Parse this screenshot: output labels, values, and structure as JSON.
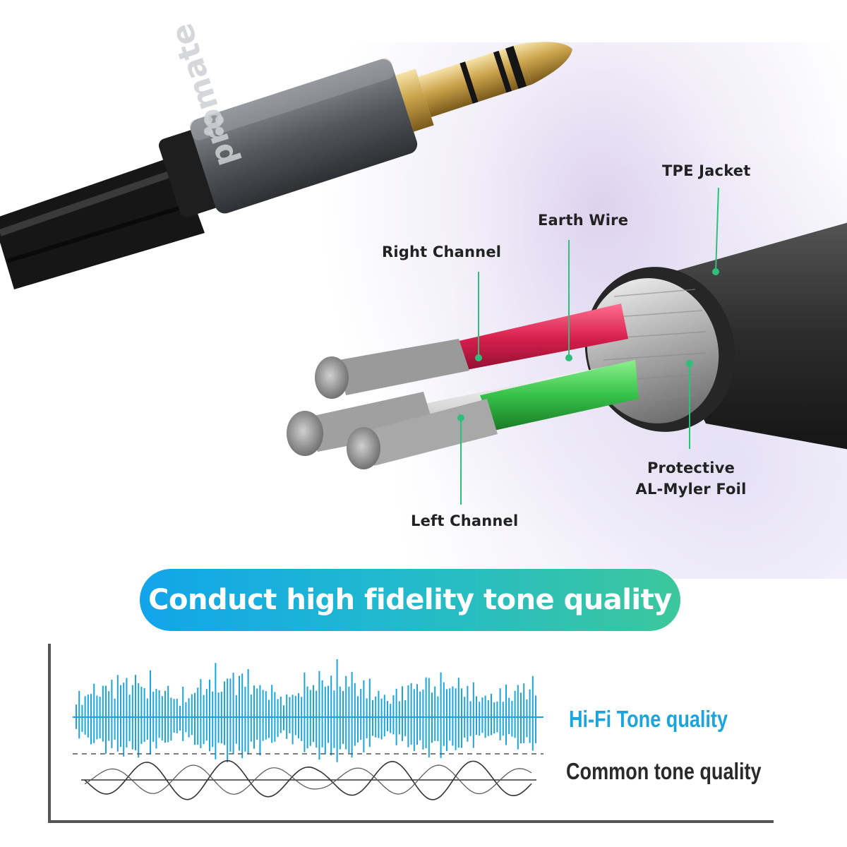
{
  "brand": {
    "name": "promate"
  },
  "labels": {
    "tpe_jacket": "TPE Jacket",
    "earth_wire": "Earth Wire",
    "right_channel": "Right Channel",
    "protective_line1": "Protective",
    "protective_line2": "AL-Myler Foil",
    "left_channel": "Left Channel"
  },
  "banner": {
    "text": "Conduct high fidelity tone quality"
  },
  "waveform": {
    "hifi_label": "Hi-Fi Tone quality",
    "common_label": "Common tone quality"
  },
  "colors": {
    "accent_line": "#2fbf7a",
    "hifi_wave": "#1aa6dc",
    "common_wave": "#333333",
    "banner_start": "#12a4ea",
    "banner_end": "#3cc79c",
    "right_channel_wire": "#d61f4d",
    "left_channel_wire": "#36c24a"
  }
}
